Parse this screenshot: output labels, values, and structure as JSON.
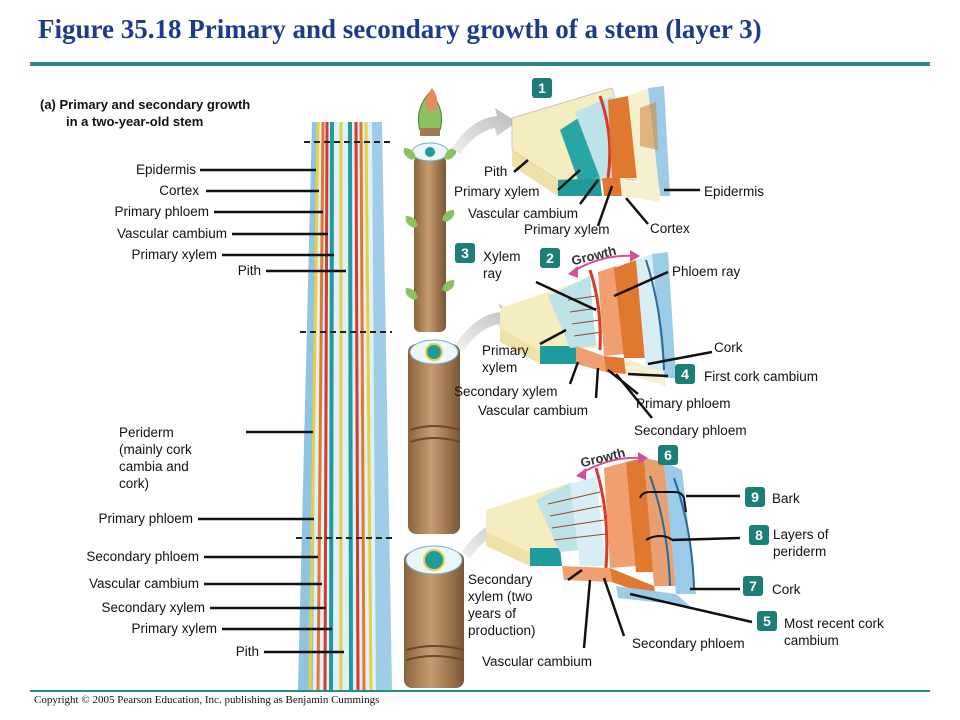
{
  "title": "Figure 35.18 Primary and secondary growth of a stem (layer 3)",
  "subtitle_line1": "(a) Primary and secondary growth",
  "subtitle_line2": "in a two-year-old stem",
  "copyright": "Copyright © 2005 Pearson Education, Inc. publishing as Benjamin Cummings",
  "left_labels": {
    "epidermis": "Epidermis",
    "cortex": "Cortex",
    "primary_phloem_top": "Primary phloem",
    "vascular_cambium_top": "Vascular cambium",
    "primary_xylem_top": "Primary xylem",
    "pith_top": "Pith",
    "periderm": "Periderm (mainly cork cambia and cork)",
    "primary_phloem_bottom": "Primary phloem",
    "secondary_phloem": "Secondary phloem",
    "vascular_cambium_bottom": "Vascular cambium",
    "secondary_xylem": "Secondary xylem",
    "primary_xylem_bottom": "Primary xylem",
    "pith_bottom": "Pith"
  },
  "section1": {
    "badge": "1",
    "pith": "Pith",
    "primary_xylem": "Primary xylem",
    "vascular_cambium": "Vascular cambium",
    "primary_xylem_2": "Primary xylem",
    "epidermis": "Epidermis",
    "cortex": "Cortex"
  },
  "section2": {
    "badge_xylem_ray": "3",
    "badge_growth": "2",
    "growth": "Growth",
    "xylem_ray": "Xylem ray",
    "phloem_ray": "Phloem ray",
    "primary_xylem": "Primary xylem",
    "secondary_xylem": "Secondary xylem",
    "vascular_cambium": "Vascular cambium",
    "cork": "Cork",
    "badge_cork_cambium": "4",
    "first_cork_cambium": "First cork cambium",
    "primary_phloem": "Primary phloem",
    "secondary_phloem": "Secondary phloem"
  },
  "section3": {
    "badge_growth": "6",
    "growth": "Growth",
    "badge_bark": "9",
    "bark": "Bark",
    "badge_periderm": "8",
    "layers_of_periderm": "Layers of periderm",
    "badge_cork": "7",
    "cork": "Cork",
    "badge_recent": "5",
    "most_recent_cork_cambium": "Most recent cork cambium",
    "secondary_xylem": "Secondary xylem (two years of production)",
    "vascular_cambium": "Vascular cambium",
    "secondary_phloem": "Secondary phloem"
  },
  "colors": {
    "title": "#1e3a8c",
    "rule": "#2a8a84",
    "badge": "#1d7d77",
    "xylem_teal": "#1f9b9b",
    "cambium_red": "#d63a2a",
    "phloem_orange": "#e07830",
    "cortex_cream": "#f5f0d0",
    "epidermis_blue": "#9ccbe8",
    "stem_brown": "#b58a5e",
    "bud_green": "#8cc060"
  }
}
